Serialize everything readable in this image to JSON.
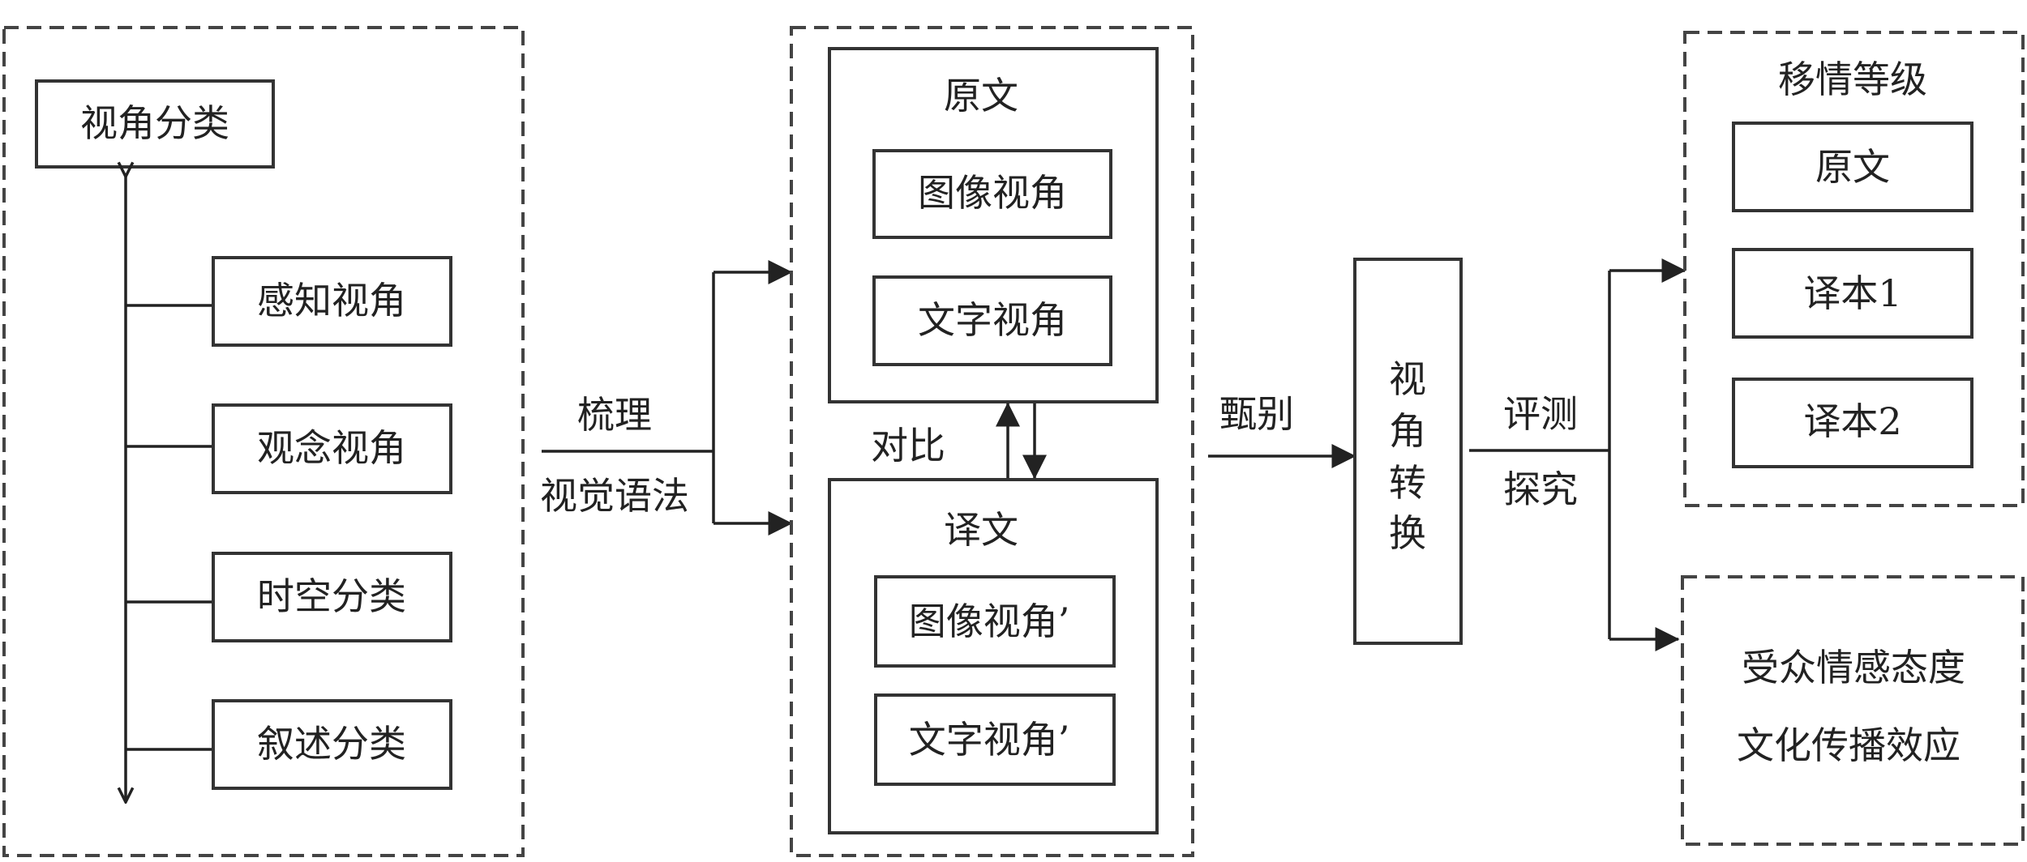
{
  "classification": {
    "header": "视角分类",
    "items": [
      "感知视角",
      "观念视角",
      "时空分类",
      "叙述分类"
    ]
  },
  "step1": {
    "label_top": "梳理",
    "label_bottom": "视觉语法"
  },
  "comparison": {
    "source": {
      "title": "原文",
      "items": [
        "图像视角",
        "文字视角"
      ]
    },
    "target": {
      "title": "译文",
      "items": [
        "图像视角’",
        "文字视角’"
      ]
    },
    "relation_label": "对比"
  },
  "step2": {
    "label": "甄别"
  },
  "core": {
    "chars": [
      "视",
      "角",
      "转",
      "换"
    ]
  },
  "step3": {
    "label_top": "评测",
    "label_bottom": "探究"
  },
  "empathy": {
    "title": "移情等级",
    "items": [
      "原文",
      "译本1",
      "译本2"
    ]
  },
  "audience": {
    "lines": [
      "受众情感态度",
      "文化传播效应"
    ]
  }
}
